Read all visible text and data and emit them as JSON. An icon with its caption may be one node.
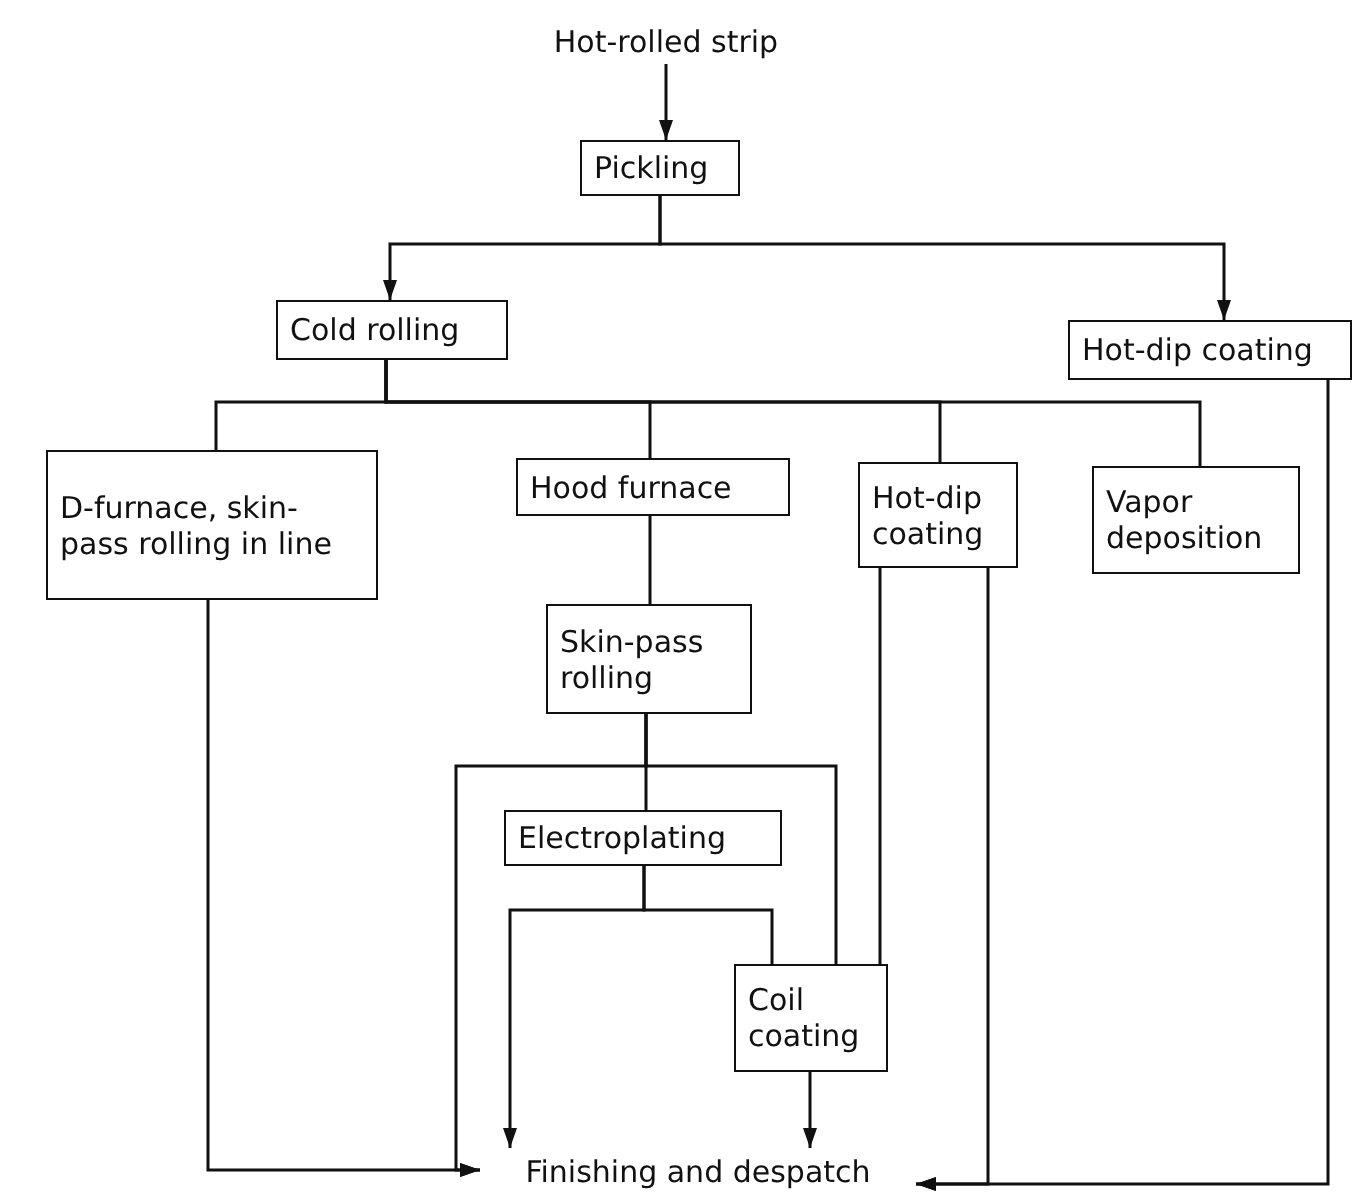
{
  "diagram": {
    "nodes": [
      {
        "text": [
          "Hot-rolled strip"
        ]
      },
      {
        "text": [
          "Pickling"
        ]
      },
      {
        "text": [
          "Cold rolling"
        ]
      },
      {
        "text": [
          "Hot-dip coating"
        ]
      },
      {
        "text": [
          "D-furnace, skin-pass rolling in line"
        ]
      },
      {
        "text": [
          "Hood furnace"
        ]
      },
      {
        "text": [
          "Hot-dip coating"
        ]
      },
      {
        "text": [
          "Vapor deposition"
        ]
      },
      {
        "text": [
          "Skin-pass rolling"
        ]
      },
      {
        "text": [
          "Electroplating"
        ]
      },
      {
        "text": [
          "Coil coating"
        ]
      },
      {
        "text": [
          "Finishing and despatch"
        ]
      }
    ],
    "edges": [
      {
        "from": 0,
        "to": 1,
        "arrow": "to"
      },
      {
        "from": 1,
        "to": 2,
        "arrow": "to"
      },
      {
        "from": 1,
        "to": 3,
        "arrow": "to"
      },
      {
        "from": 2,
        "to": 4,
        "arrow": "none"
      },
      {
        "from": 2,
        "to": 5,
        "arrow": "none"
      },
      {
        "from": 2,
        "to": 6,
        "arrow": "none"
      },
      {
        "from": 2,
        "to": 7,
        "arrow": "none"
      },
      {
        "from": 5,
        "to": 8,
        "arrow": "none"
      },
      {
        "from": 8,
        "to": 9,
        "arrow": "none"
      },
      {
        "from": 8,
        "to": 11,
        "arrow": "to"
      },
      {
        "from": 8,
        "to": 10,
        "arrow": "none"
      },
      {
        "from": 9,
        "to": 11,
        "arrow": "to"
      },
      {
        "from": 9,
        "to": 10,
        "arrow": "none"
      },
      {
        "from": 6,
        "to": 10,
        "arrow": "none"
      },
      {
        "from": 6,
        "to": 11,
        "arrow": "to"
      },
      {
        "from": 3,
        "to": 11,
        "arrow": "to"
      },
      {
        "from": 4,
        "to": 11,
        "arrow": "to"
      },
      {
        "from": 10,
        "to": 11,
        "arrow": "to"
      }
    ]
  }
}
